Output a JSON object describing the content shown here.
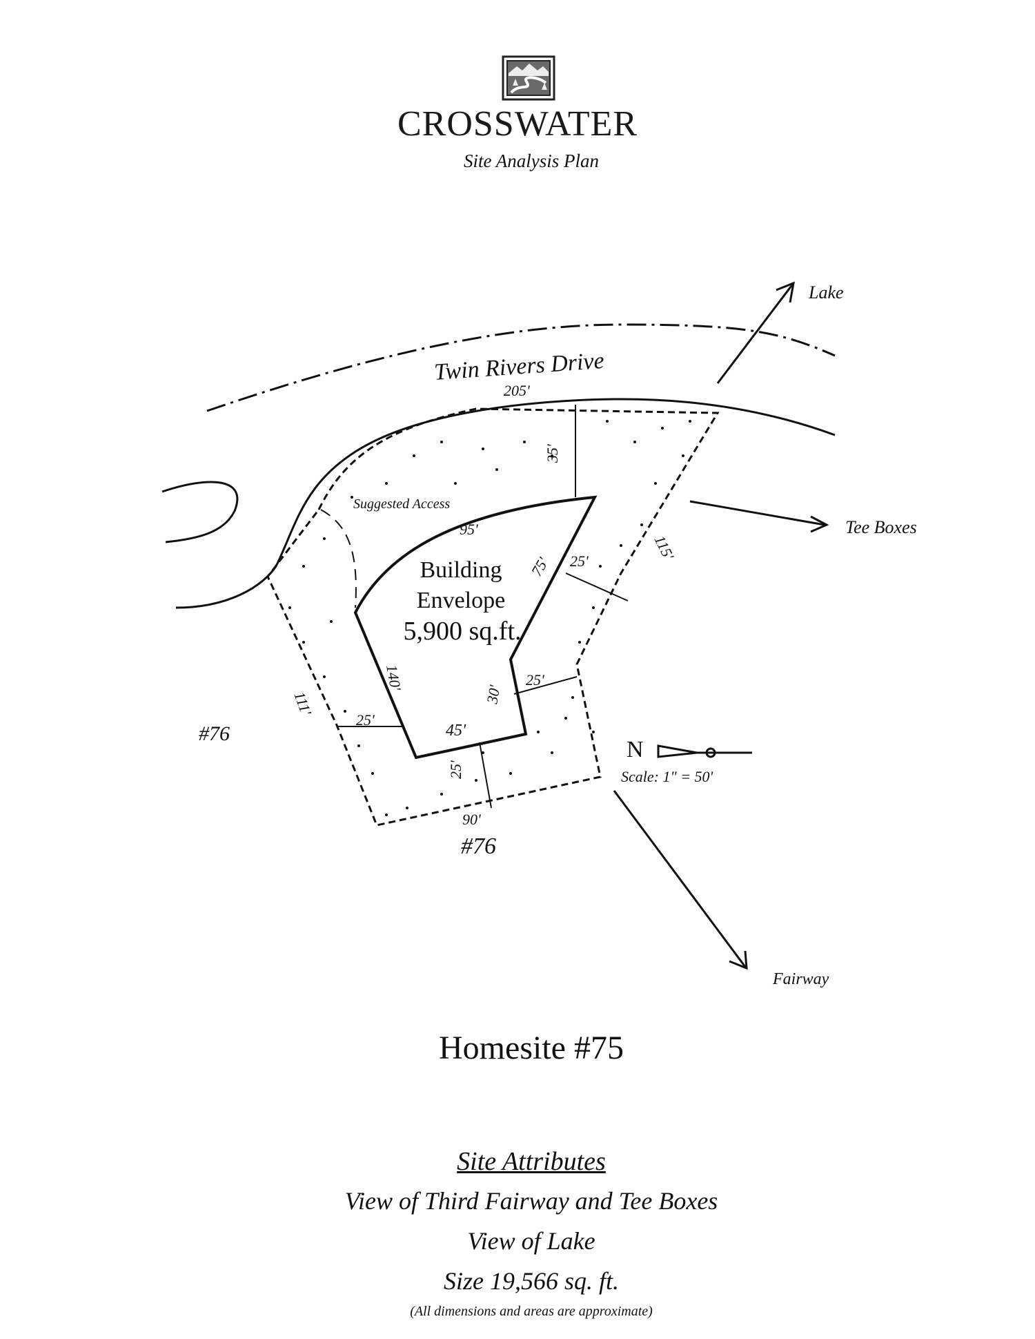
{
  "header": {
    "brand": "CROSSWATER",
    "subtitle": "Site Analysis Plan",
    "logo_icon": "crosswater-logo-icon"
  },
  "plan": {
    "road_name": "Twin Rivers Drive",
    "building_envelope": {
      "line1": "Building",
      "line2": "Envelope",
      "area": "5,900 sq.ft."
    },
    "suggested_access": "Suggested Access",
    "neighbors": [
      "#76",
      "#76"
    ],
    "directions": {
      "lake": "Lake",
      "tee_boxes": "Tee Boxes",
      "fairway": "Fairway"
    },
    "north_label": "N",
    "scale": "Scale: 1\" = 50'",
    "dimensions": {
      "frontage": "205'",
      "front_setback": "35'",
      "envelope_arc": "95'",
      "right_lot": "115'",
      "right_env": "75'",
      "right_setback": "25'",
      "left_lot": "111'",
      "left_env": "140'",
      "left_setback": "25'",
      "inner_step": "30'",
      "inner_setback": "25'",
      "bottom_env": "45'",
      "bottom_setback": "25'",
      "rear": "90'"
    }
  },
  "homesite_title": "Homesite #75",
  "attributes": {
    "title": "Site Attributes",
    "items": [
      "View of Third Fairway and Tee Boxes",
      "View of Lake",
      "Size 19,566 sq. ft."
    ],
    "note": "(All dimensions and areas are approximate)"
  },
  "colors": {
    "ink": "#111111",
    "paper": "#ffffff"
  }
}
